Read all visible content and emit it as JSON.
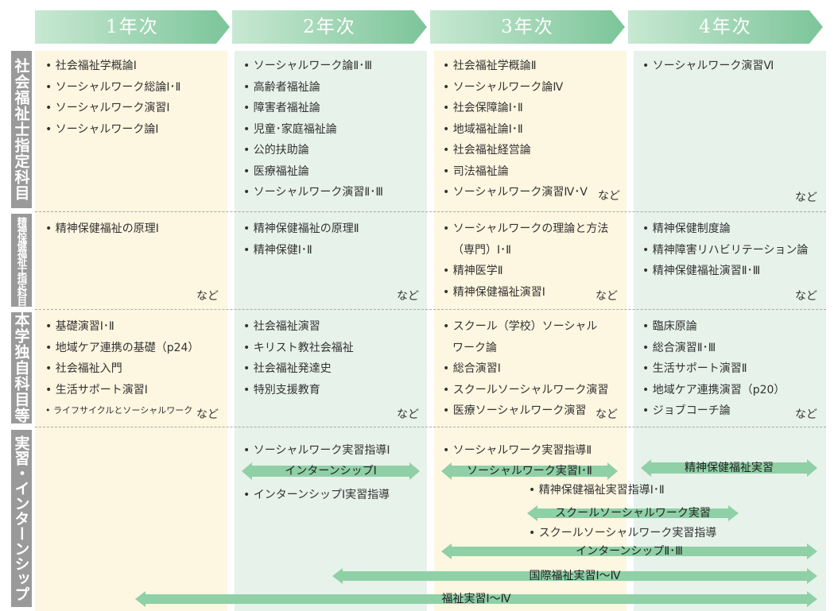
{
  "years": [
    "1年次",
    "2年次",
    "3年次",
    "4年次"
  ],
  "categories": [
    "社会福祉士指定科目",
    "精神保健福祉士指定科目",
    "本学独自科目等",
    "実習・インターンシップ"
  ],
  "etc": "など",
  "row1": {
    "y1": [
      "• 社会福祉学概論Ⅰ",
      "• ソーシャルワーク総論Ⅰ･Ⅱ",
      "• ソーシャルワーク演習Ⅰ",
      "• ソーシャルワーク論Ⅰ"
    ],
    "y2": [
      "• ソーシャルワーク論Ⅱ･Ⅲ",
      "• 高齢者福祉論",
      "• 障害者福祉論",
      "• 児童･家庭福祉論",
      "• 公的扶助論",
      "• 医療福祉論",
      "• ソーシャルワーク演習Ⅱ･Ⅲ"
    ],
    "y3": [
      "• 社会福祉学概論Ⅱ",
      "• ソーシャルワーク論Ⅳ",
      "• 社会保障論Ⅰ･Ⅱ",
      "• 地域福祉論Ⅰ･Ⅱ",
      "• 社会福祉経営論",
      "• 司法福祉論",
      "• ソーシャルワーク演習Ⅳ･Ⅴ"
    ],
    "y4": [
      "• ソーシャルワーク演習Ⅵ"
    ]
  },
  "row2": {
    "y1": [
      "• 精神保健福祉の原理Ⅰ"
    ],
    "y2": [
      "• 精神保健福祉の原理Ⅱ",
      "• 精神保健Ⅰ･Ⅱ"
    ],
    "y3": [
      "• ソーシャルワークの理論と方法",
      "（専門）Ⅰ･Ⅱ",
      "• 精神医学Ⅱ",
      "• 精神保健福祉演習Ⅰ"
    ],
    "y4": [
      "• 精神保健制度論",
      "• 精神障害リハビリテーション論",
      "• 精神保健福祉演習Ⅱ･Ⅲ"
    ]
  },
  "row3": {
    "y1": [
      "• 基礎演習Ⅰ･Ⅱ",
      "• 地域ケア連携の基礎（p24）",
      "• 社会福祉入門",
      "• 生活サポート演習Ⅰ",
      "• ライフサイクルとソーシャルワーク"
    ],
    "y2": [
      "• 社会福祉演習",
      "• キリスト教社会福祉",
      "• 社会福祉発達史",
      "• 特別支援教育"
    ],
    "y3": [
      "• スクール（学校）ソーシャル",
      "ワーク論",
      "• 総合演習Ⅰ",
      "• スクールソーシャルワーク演習",
      "• 医療ソーシャルワーク演習"
    ],
    "y4": [
      "• 臨床原論",
      "• 総合演習Ⅱ･Ⅲ",
      "• 生活サポート演習Ⅱ",
      "• 地域ケア連携演習（p20）",
      "• ジョブコーチ論"
    ]
  },
  "row4": {
    "items": [
      "• ソーシャルワーク実習指導Ⅰ",
      "• インターンシップⅠ実習指導",
      "• ソーシャルワーク実習指導Ⅱ",
      "• 精神保健福祉実習指導Ⅰ･Ⅱ",
      "• スクールソーシャルワーク実習指導"
    ],
    "arrows": [
      "インターンシップⅠ",
      "ソーシャルワーク実習Ⅰ･Ⅱ",
      "精神保健福祉実習",
      "スクールソーシャルワーク実習",
      "インターンシップⅡ･Ⅲ",
      "国際福祉実習Ⅰ〜Ⅳ",
      "福祉実習Ⅰ〜Ⅳ"
    ]
  },
  "colors": {
    "header_start": "#7cc59a",
    "header_end": "#c8e8d2",
    "arrow": "#8fd0a6",
    "side": "#9a9a9a",
    "col_yellow": "#fdf6e0",
    "col_green": "#e6f2ea"
  }
}
